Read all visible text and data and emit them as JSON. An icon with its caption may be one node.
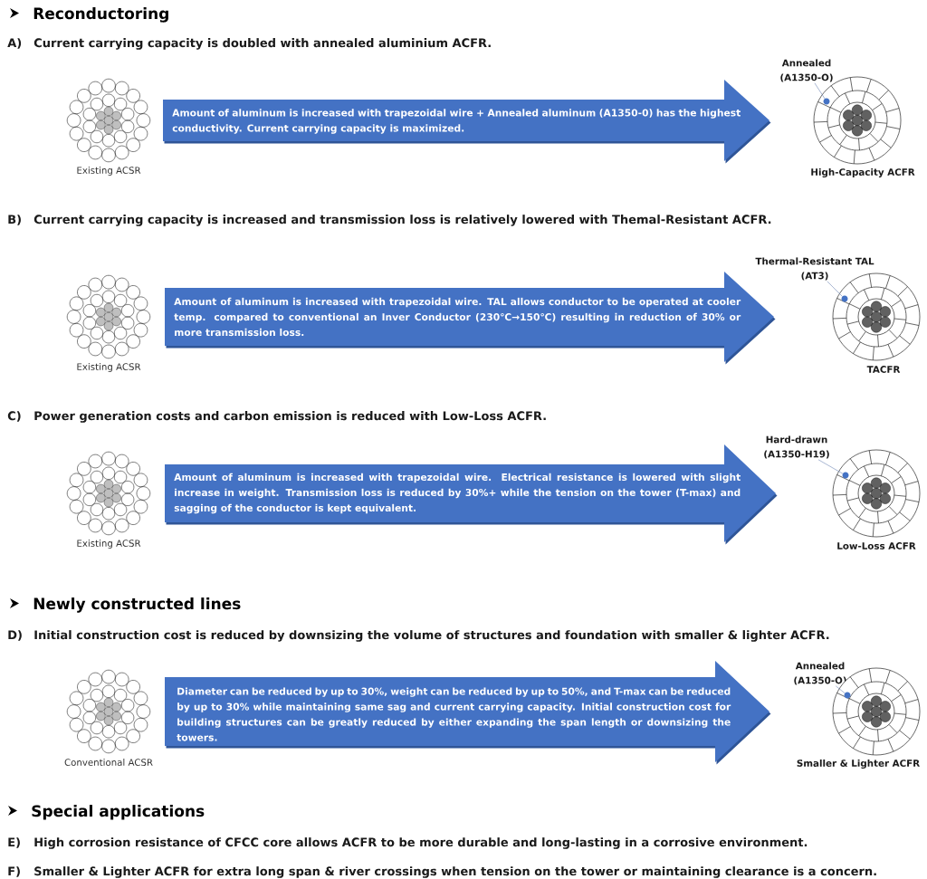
{
  "diagram": {
    "nodes": [
      {
        "text": [
          "Existing ACSR"
        ]
      },
      {
        "text": [
          "Amount of aluminum is increased with trapezoidal wire + Annealed aluminum (A1350-0) has the highest conductivity. Current carrying capacity is maximized."
        ]
      },
      {
        "text": [
          "Annealed (A1350-O)"
        ]
      },
      {
        "text": [
          "High-Capacity ACFR"
        ]
      },
      {
        "text": [],
        "shape": "circle",
        "in": 3
      },
      {
        "text": [
          "Existing ACSR"
        ]
      },
      {
        "text": [
          "Amount of aluminum is increased with trapezoidal wire. TAL allows conductor to be operated at cooler temp. compared to conventional an Inver Conductor (230℃→150℃) resulting in reduction of 30% or more transmission loss."
        ]
      },
      {
        "text": [
          "Thermal-Resistant TAL (AT3)"
        ]
      },
      {
        "text": [
          "TACFR"
        ]
      },
      {
        "text": [],
        "shape": "circle",
        "in": 8
      },
      {
        "text": [
          "Existing ACSR"
        ]
      },
      {
        "text": [
          "Amount of aluminum is increased with trapezoidal wire. Electrical resistance is lowered with slight increase in weight. Transmission loss is reduced by 30%+ while the tension on the tower (T-max) and sagging of the conductor is kept equivalent."
        ]
      },
      {
        "text": [
          "Hard-drawn (A1350-H19)"
        ]
      },
      {
        "text": [
          "Low-Loss ACFR"
        ]
      },
      {
        "text": [],
        "shape": "circle",
        "in": 13
      },
      {
        "text": [
          "Conventional ACSR"
        ]
      },
      {
        "text": [
          "Diameter can be reduced by up to 30%, weight can be reduced by up to 50%, and T-max can be reduced by up to 30% while maintaining same sag and current carrying capacity. Initial construction cost for building structures can be greatly reduced by either expanding the span length or downsizing the towers."
        ]
      },
      {
        "text": [
          "Annealed (A1350-O)"
        ]
      },
      {
        "text": [
          "Smaller & Lighter ACFR"
        ]
      },
      {
        "text": [],
        "shape": "circle",
        "in": 18
      }
    ],
    "edges": [
      {
        "from": 2,
        "to": 4,
        "arrow": "none"
      },
      {
        "from": 7,
        "to": 9,
        "arrow": "none"
      },
      {
        "from": 12,
        "to": 14,
        "arrow": "none"
      },
      {
        "from": 17,
        "to": 19,
        "arrow": "none"
      }
    ],
    "labels": [
      "Reconductoring",
      "A)",
      "Current carrying capacity is doubled with annealed aluminium ACFR.",
      "B)",
      "Current carrying capacity is increased and transmission loss is relatively lowered with Themal-Resistant ACFR.",
      "C)",
      "Power generation costs and carbon emission is reduced with Low-Loss ACFR.",
      "Newly constructed lines",
      "D)",
      "Initial construction cost is reduced by downsizing the volume of structures and foundation with smaller & lighter ACFR.",
      "Special applications",
      "E)",
      "High corrosion resistance of CFCC core allows ACFR to be more durable and long-lasting in a corrosive environment.",
      "F)",
      "Smaller & Lighter ACFR for extra long span & river crossings when tension on the tower or maintaining clearance is a concern."
    ]
  }
}
